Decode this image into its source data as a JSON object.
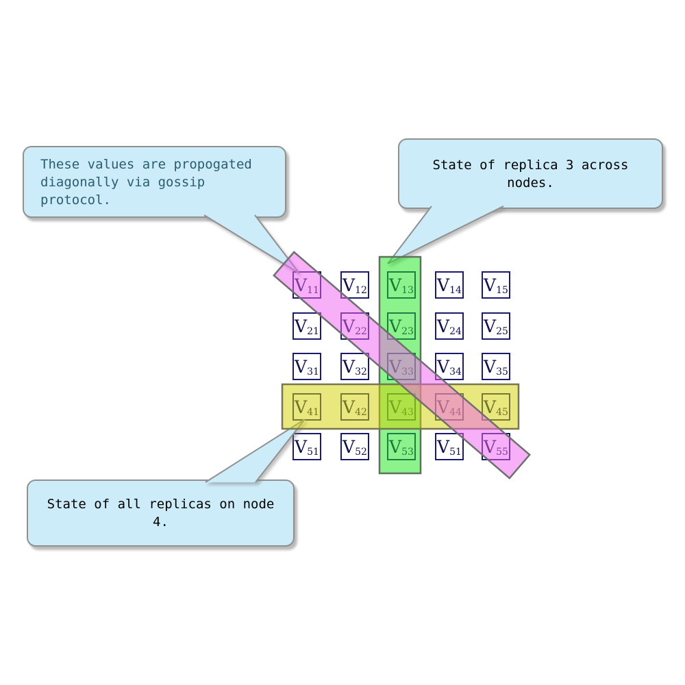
{
  "canvas": {
    "background": "#ffffff"
  },
  "callouts": [
    {
      "id": "gossip",
      "lines": [
        "These values are propogated",
        "diagonally via gossip protocol."
      ],
      "text_color": "#2a5d6e"
    },
    {
      "id": "replica3",
      "lines": [
        "State of replica 3 across nodes."
      ],
      "text_color": "#000000"
    },
    {
      "id": "node4",
      "lines": [
        "State of all replicas on node 4."
      ],
      "text_color": "#000000"
    }
  ],
  "callout_style": {
    "background": "#cdecf9",
    "border": "#909090"
  },
  "cell_style": {
    "background": "#ffffff",
    "border": "#1a1a6b",
    "text": "#10104a"
  },
  "bands": {
    "green": {
      "fill": "rgba(25,229,25,0.5)",
      "stroke": "#5f705f"
    },
    "yellow": {
      "fill": "rgba(209,209,0,0.5)",
      "stroke": "#77774f"
    },
    "pink": {
      "fill": "rgba(240,95,240,0.5)",
      "stroke": "#6f6f6f"
    }
  },
  "grid": {
    "rows": 5,
    "cols": 5,
    "cells": [
      {
        "base": "V",
        "sub": "11"
      },
      {
        "base": "V",
        "sub": "12"
      },
      {
        "base": "V",
        "sub": "13"
      },
      {
        "base": "V",
        "sub": "14"
      },
      {
        "base": "V",
        "sub": "15"
      },
      {
        "base": "V",
        "sub": "21"
      },
      {
        "base": "V",
        "sub": "22"
      },
      {
        "base": "V",
        "sub": "23"
      },
      {
        "base": "V",
        "sub": "24"
      },
      {
        "base": "V",
        "sub": "25"
      },
      {
        "base": "V",
        "sub": "31"
      },
      {
        "base": "V",
        "sub": "32"
      },
      {
        "base": "V",
        "sub": "33"
      },
      {
        "base": "V",
        "sub": "34"
      },
      {
        "base": "V",
        "sub": "35"
      },
      {
        "base": "V",
        "sub": "41"
      },
      {
        "base": "V",
        "sub": "42"
      },
      {
        "base": "V",
        "sub": "43"
      },
      {
        "base": "V",
        "sub": "44"
      },
      {
        "base": "V",
        "sub": "45"
      },
      {
        "base": "V",
        "sub": "51"
      },
      {
        "base": "V",
        "sub": "52"
      },
      {
        "base": "V",
        "sub": "53"
      },
      {
        "base": "V",
        "sub": "51"
      },
      {
        "base": "V",
        "sub": "55"
      }
    ]
  }
}
